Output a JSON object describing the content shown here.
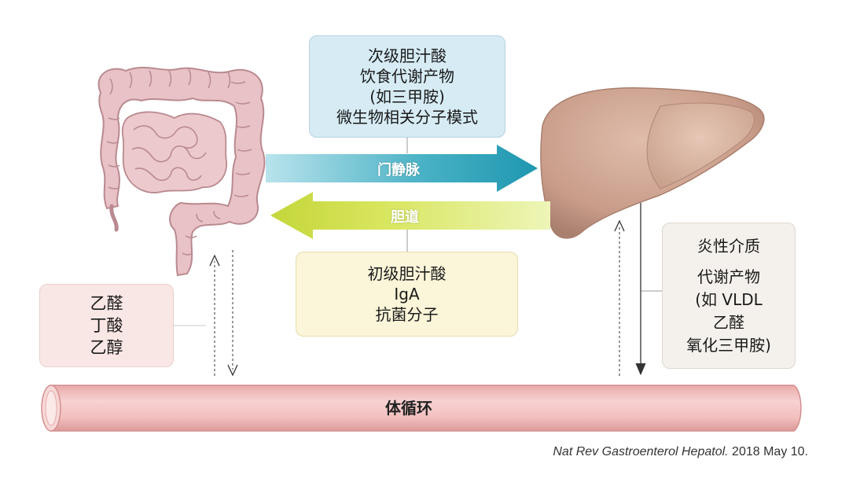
{
  "top_box": {
    "lines": [
      "次级胆汁酸",
      "饮食代谢产物",
      "(如三甲胺)",
      "微生物相关分子模式"
    ]
  },
  "portal_arrow": {
    "label": "门静脉",
    "color": "#2aa0b6"
  },
  "bile_arrow": {
    "label": "胆道",
    "color": "#cfe04a"
  },
  "mid_box": {
    "lines": [
      "初级胆汁酸",
      "IgA",
      "抗菌分子"
    ]
  },
  "left_box": {
    "lines": [
      "乙醛",
      "丁酸",
      "乙醇"
    ]
  },
  "right_box": {
    "line1": "炎性介质",
    "lines": [
      "代谢产物",
      "(如 VLDL",
      "乙醛",
      "氧化三甲胺)"
    ]
  },
  "circulation": {
    "label": "体循环"
  },
  "citation": {
    "journal": "Nat Rev Gastroenterol Hepatol.",
    "date": "2018 May 10."
  },
  "colors": {
    "intestine": "#e8c2c6",
    "intestine_dark": "#c99aa0",
    "liver": "#c9a08f",
    "liver_dark": "#a97f6e",
    "vessel": "#f2c4c4",
    "vessel_edge": "#d99a9a"
  }
}
